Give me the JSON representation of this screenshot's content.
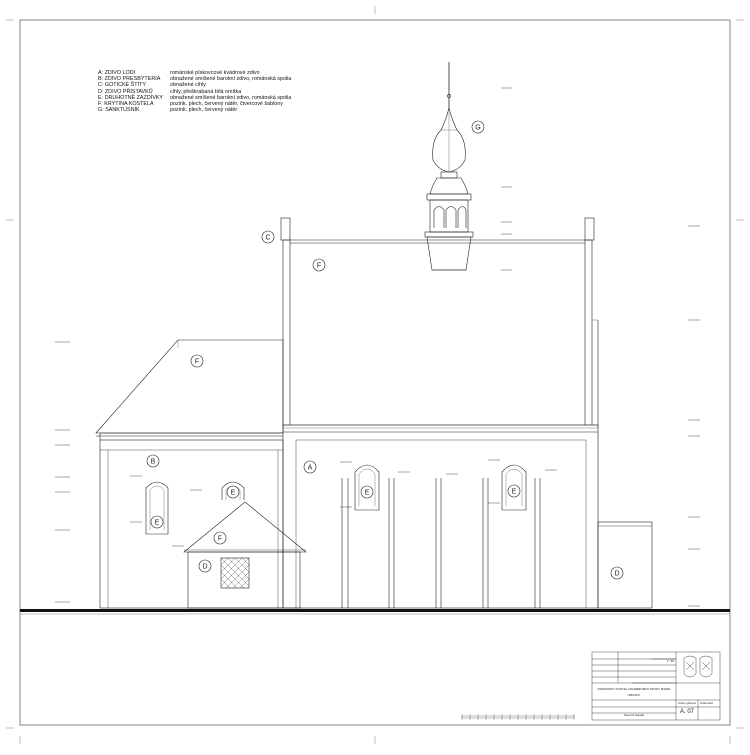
{
  "legend": [
    {
      "key": "A:  ZDIVO LODI",
      "value": "románské pískovcové kvádrové zdivo"
    },
    {
      "key": "B:  ZDIVO PRESBYTERIA",
      "value": "obnažené smíšené barokní zdivo, románská spolia"
    },
    {
      "key": "C:  GOTICKÉ ŠTÍTY",
      "value": "obnažené cihly"
    },
    {
      "key": "D:  ZDIVO PŘÍSTAVKŮ",
      "value": "cihly, přeškrabaná bílá omítka"
    },
    {
      "key": "E:  DRUHOTNĚ ZAZDÍVKY",
      "value": "obnažené smíšené barokní zdivo, románská spolia"
    },
    {
      "key": "F:  KRYTINA KOSTELA",
      "value": "pozink. plech, červený nátěr, čtvercové šablony"
    },
    {
      "key": "G:  SANKTUSNÍK",
      "value": "pozink. plech, červený nátěr"
    }
  ],
  "markers": [
    "A",
    "B",
    "C",
    "D",
    "E",
    "F",
    "G"
  ],
  "title_block": {
    "drawing_title": "ROMÁNSKÝ KOSTEL NANEBEVZETÍ PANNY MARIE",
    "place": "LIBČANY",
    "drawing_name": "Severní fasáda",
    "drawing_number_label": "Číslo výkresu",
    "drawing_number": "A. 07",
    "sheet_label": "Číslo listů",
    "scale": "1 : 50"
  }
}
